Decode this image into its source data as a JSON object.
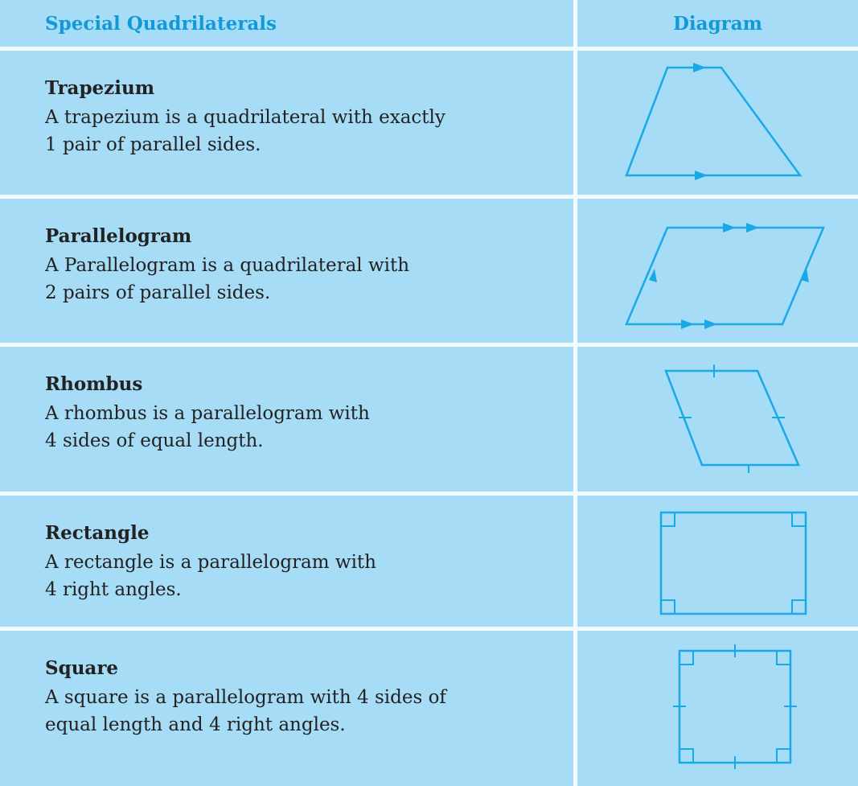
{
  "header": {
    "col1": "Special Quadrilaterals",
    "col2": "Diagram"
  },
  "rows": [
    {
      "title": "Trapezium",
      "text": "A trapezium is a quadrilateral with exactly\n1 pair of parallel sides.",
      "diagram": "trapezium-diagram"
    },
    {
      "title": "Parallelogram",
      "text": "A Parallelogram is a quadrilateral with\n2 pairs of parallel sides.",
      "diagram": "parallelogram-diagram"
    },
    {
      "title": "Rhombus",
      "text": "A rhombus is a parallelogram with\n4 sides of equal length.",
      "diagram": "rhombus-diagram"
    },
    {
      "title": "Rectangle",
      "text": "A rectangle is a parallelogram with\n4 right angles.",
      "diagram": "rectangle-diagram"
    },
    {
      "title": "Square",
      "text": "A square is a parallelogram with 4 sides of\nequal length and 4 right angles.",
      "diagram": "square-diagram"
    }
  ],
  "colors": {
    "cell_background": "#a6dcf5",
    "header_text": "#1299d8",
    "diagram_stroke": "#19a9e6",
    "grid_lines": "#f4fbff"
  }
}
